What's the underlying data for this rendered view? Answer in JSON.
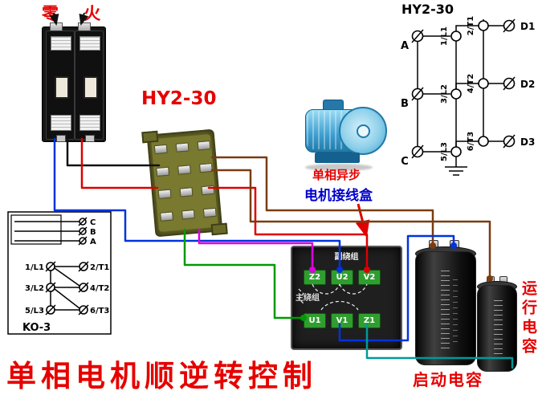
{
  "colors": {
    "label_red": "#e60000",
    "label_blue": "#0000cc",
    "wire_blue": "#0033dd",
    "wire_red": "#dd0000",
    "wire_green": "#009900",
    "wire_magenta": "#dd00dd",
    "wire_brown": "#7a3c10",
    "wire_black": "#111111",
    "wire_cyan": "#009999",
    "terminal_green": "#2f9e2f"
  },
  "supply": {
    "label": "零 火"
  },
  "switch": {
    "label": "HY2-30"
  },
  "motor": {
    "caption": "单相异步",
    "junction_caption": "电机接线盒"
  },
  "schematic_right": {
    "title": "HY2-30",
    "rows": [
      {
        "left": "A",
        "mid": "1/L1",
        "right": "2/T1",
        "far": "D1"
      },
      {
        "left": "B",
        "mid": "3/L2",
        "right": "4/T2",
        "far": "D2"
      },
      {
        "left": "C",
        "mid": "5/L3",
        "right": "6/T3",
        "far": "D3"
      }
    ]
  },
  "ko3": {
    "label": "KO-3",
    "top_terminals": [
      "C",
      "B",
      "A"
    ],
    "rows": [
      {
        "left": "1/L1",
        "right": "2/T1"
      },
      {
        "left": "3/L2",
        "right": "4/T2"
      },
      {
        "left": "5/L3",
        "right": "6/T3"
      }
    ]
  },
  "junction_box": {
    "top_label": "副绕组",
    "side_label": "主绕组",
    "top_terminals": [
      "Z2",
      "U2",
      "V2"
    ],
    "bottom_terminals": [
      "U1",
      "V1",
      "Z1"
    ]
  },
  "capacitors": {
    "start_label": "启动电容",
    "run_label": "运行电容"
  },
  "title": "单相电机顺逆转控制"
}
